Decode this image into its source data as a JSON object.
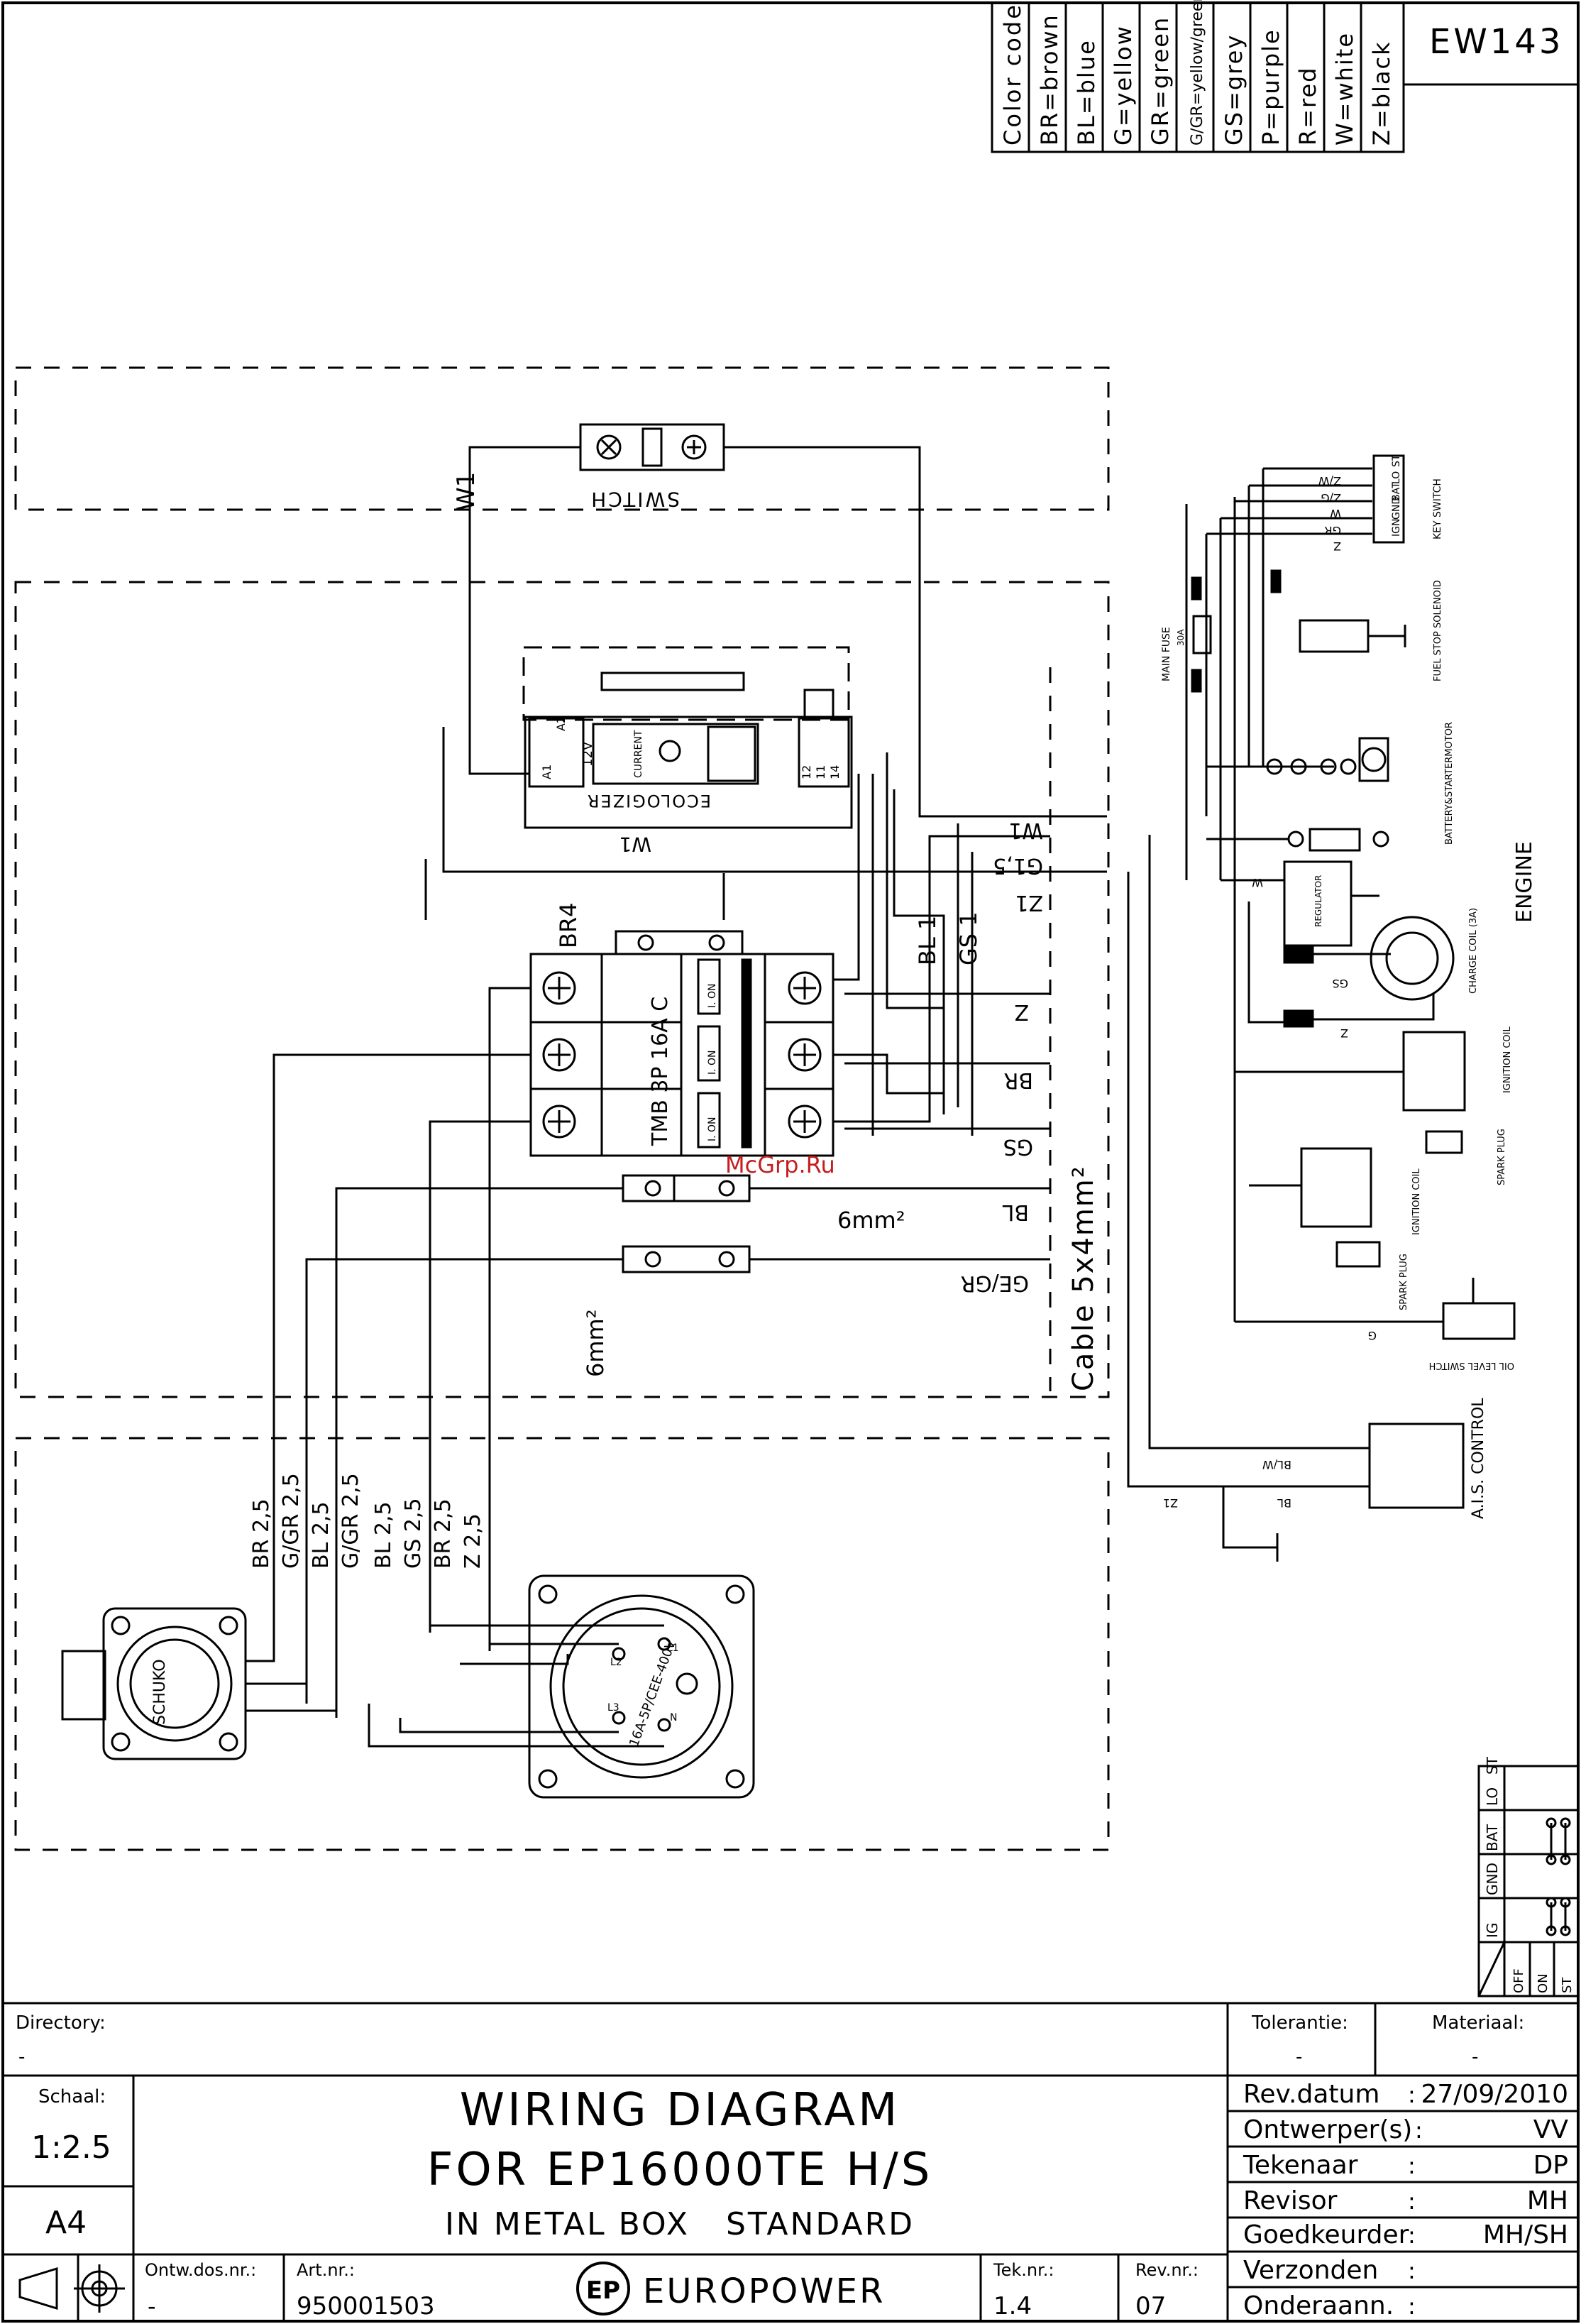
{
  "drawing": {
    "code": "EW143",
    "color_code": {
      "heading": "Color code",
      "entries": [
        "BR=brown",
        "BL=blue",
        "G=yellow",
        "GR=green",
        "G/GR=yellow/green",
        "GS=grey",
        "P=purple",
        "R=red",
        "W=white",
        "Z=black"
      ]
    }
  },
  "panel": {
    "switch_label": "SWITCH",
    "ecologizer_label": "ECOLOGIZER",
    "ecologizer_text": "CURRENT",
    "ecologizer_terminals": [
      "A1",
      "A2",
      "12",
      "11",
      "14"
    ],
    "ecologizer_voltage": "12V",
    "breaker_label": "TMB 3P 16A C",
    "breaker_pos_labels": [
      "I. ON",
      "I. ON",
      "I. ON"
    ],
    "cable_label": "Cable 5x4mm²",
    "terminal_label_1": "6mm²",
    "terminal_label_2": "6mm²",
    "wire_labels": {
      "w1_top": "W1",
      "w1_ecolog": "W1",
      "br4": "BR4",
      "bl1": "BL 1",
      "gs1": "GS 1",
      "w1_right": "W1",
      "g15": "G1,5",
      "z1": "Z1",
      "z": "Z",
      "br": "BR",
      "gs": "GS",
      "bl": "BL",
      "gegr": "GE/GR",
      "br25": "BR 2,5",
      "ggr25a": "G/GR 2,5",
      "bl25a": "BL 2,5",
      "ggr25b": "G/GR 2,5",
      "bl25b": "BL 2,5",
      "gs25": "GS 2,5",
      "br25b": "BR 2,5",
      "z25": "Z 2,5"
    },
    "schuko_label": "SCHUKO",
    "cee_label": "16A-5P/CEE-400V",
    "cee_pins": [
      "L1",
      "L2",
      "L3",
      "N"
    ],
    "watermark": "McGrp.Ru"
  },
  "engine": {
    "label": "ENGINE",
    "key_switch": "KEY SWITCH",
    "key_positions": [
      "ST",
      "LO",
      "BAT",
      "GND",
      "IGN"
    ],
    "key_wires": [
      "Z/W",
      "Z/G",
      "W",
      "GR",
      "Z"
    ],
    "main_fuse": "MAIN FUSE",
    "main_fuse_rating": "30A",
    "fuel_stop": "FUEL STOP SOLENOID",
    "battery_starter": "BATTERY&STARTERMOTOR",
    "regulator": "REGULATOR",
    "charge_coil": "CHARGE COIL (3A)",
    "ignition_coil": "IGNITION COIL",
    "spark_plug": "SPARK PLUG",
    "oil_level": "OIL LEVEL SWITCH",
    "ais": "A.I.S. CONTROL",
    "wire_bl_w": "BL/W",
    "wire_bl": "BL",
    "wire_z1": "Z1",
    "wire_w": "W",
    "wire_gs": "GS",
    "wire_z": "Z",
    "wire_g": "G"
  },
  "key_table": {
    "columns": [
      "IG",
      "GND",
      "BAT",
      "LO",
      "ST"
    ],
    "rows": [
      "OFF",
      "ON",
      "ST"
    ]
  },
  "title_block": {
    "directory_label": "Directory:",
    "directory_value": "-",
    "tolerantie_label": "Tolerantie:",
    "tolerantie_value": "-",
    "materiaal_label": "Materiaal:",
    "materiaal_value": "-",
    "schaal_label": "Schaal:",
    "schaal_value": "1:2.5",
    "format_value": "A4",
    "title_line1": "WIRING DIAGRAM",
    "title_line2": "FOR EP16000TE H/S",
    "title_line3": "IN METAL BOX   STANDARD",
    "rev_datum_label": "Rev.datum",
    "rev_datum_value": "27/09/2010",
    "ontwerper_label": "Ontwerper(s)",
    "ontwerper_value": "VV",
    "tekenaar_label": "Tekenaar",
    "tekenaar_value": "DP",
    "revisor_label": "Revisor",
    "revisor_value": "MH",
    "goedkeurder_label": "Goedkeurder",
    "goedkeurder_value": "MH/SH",
    "verzonden_label": "Verzonden",
    "verzonden_value": "",
    "onderaann_label": "Onderaann.",
    "onderaann_value": "",
    "ontw_label": "Ontw.dos.nr.:",
    "ontw_value": "-",
    "art_label": "Art.nr.:",
    "art_value": "950001503",
    "company": "EUROPOWER",
    "logo_text": "EP",
    "tek_label": "Tek.nr.:",
    "tek_value": "1.4",
    "rev_label": "Rev.nr.:",
    "rev_value": "07"
  }
}
